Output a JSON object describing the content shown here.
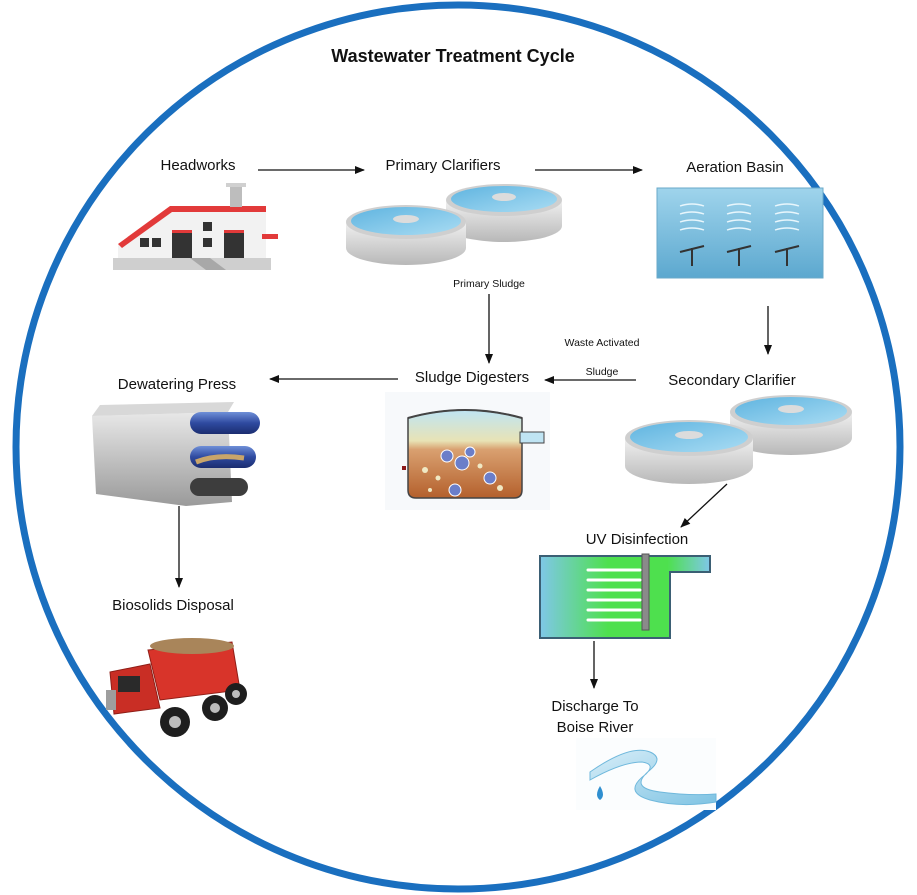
{
  "title": "Wastewater Treatment Cycle",
  "stages": {
    "headworks": "Headworks",
    "primary_clarifiers": "Primary Clarifiers",
    "aeration_basin": "Aeration Basin",
    "secondary_clarifier": "Secondary Clarifier",
    "sludge_digesters": "Sludge Digesters",
    "dewatering_press": "Dewatering Press",
    "biosolids_disposal": "Biosolids Disposal",
    "uv_disinfection": "UV Disinfection",
    "discharge_line1": "Discharge To",
    "discharge_line2": "Boise River"
  },
  "flow_labels": {
    "primary_sludge": "Primary Sludge",
    "waste_activated_line1": "Waste Activated",
    "waste_activated_line2": "Sludge"
  },
  "colors": {
    "ring": "#1a6fbf",
    "arrow": "#111111",
    "water": "#7fc4e6",
    "tank_rim": "#d9d9d9",
    "roof": "#e23a3a",
    "truck": "#d8342a",
    "uv_glow": "#4ee04e"
  },
  "icons": [
    "building-icon",
    "clarifier-tanks-icon",
    "aeration-tank-icon",
    "digester-icon",
    "belt-press-icon",
    "dump-truck-icon",
    "uv-channel-icon",
    "river-icon"
  ]
}
